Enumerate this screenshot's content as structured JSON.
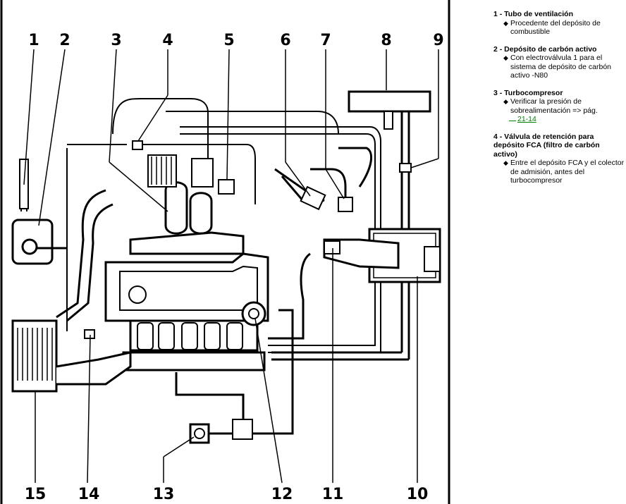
{
  "labels": {
    "n1": "1",
    "n2": "2",
    "n3": "3",
    "n4": "4",
    "n5": "5",
    "n6": "6",
    "n7": "7",
    "n8": "8",
    "n9": "9",
    "n10": "10",
    "n11": "11",
    "n12": "12",
    "n13": "13",
    "n14": "14",
    "n15": "15"
  },
  "legend": [
    {
      "title": "1 - Tubo de ventilación",
      "notes": [
        "Procedente del depósito de combustible"
      ]
    },
    {
      "title": "2 - Depósito de carbón activo",
      "notes": [
        "Con electroválvula 1 para el sistema de depósito de carbón activo -N80"
      ]
    },
    {
      "title": "3 - Turbocompresor",
      "notes": [
        "Verificar la presión de sobrealimentación => pág."
      ],
      "link": "21-14"
    },
    {
      "title": "4 - Válvula de retención para depósito FCA (filtro de carbón activo)",
      "notes": [
        "Entre el depósito FCA y el colector de admisión, antes del turbocompresor"
      ]
    }
  ],
  "icons": {
    "bullet": "diamond-bullet-icon"
  }
}
